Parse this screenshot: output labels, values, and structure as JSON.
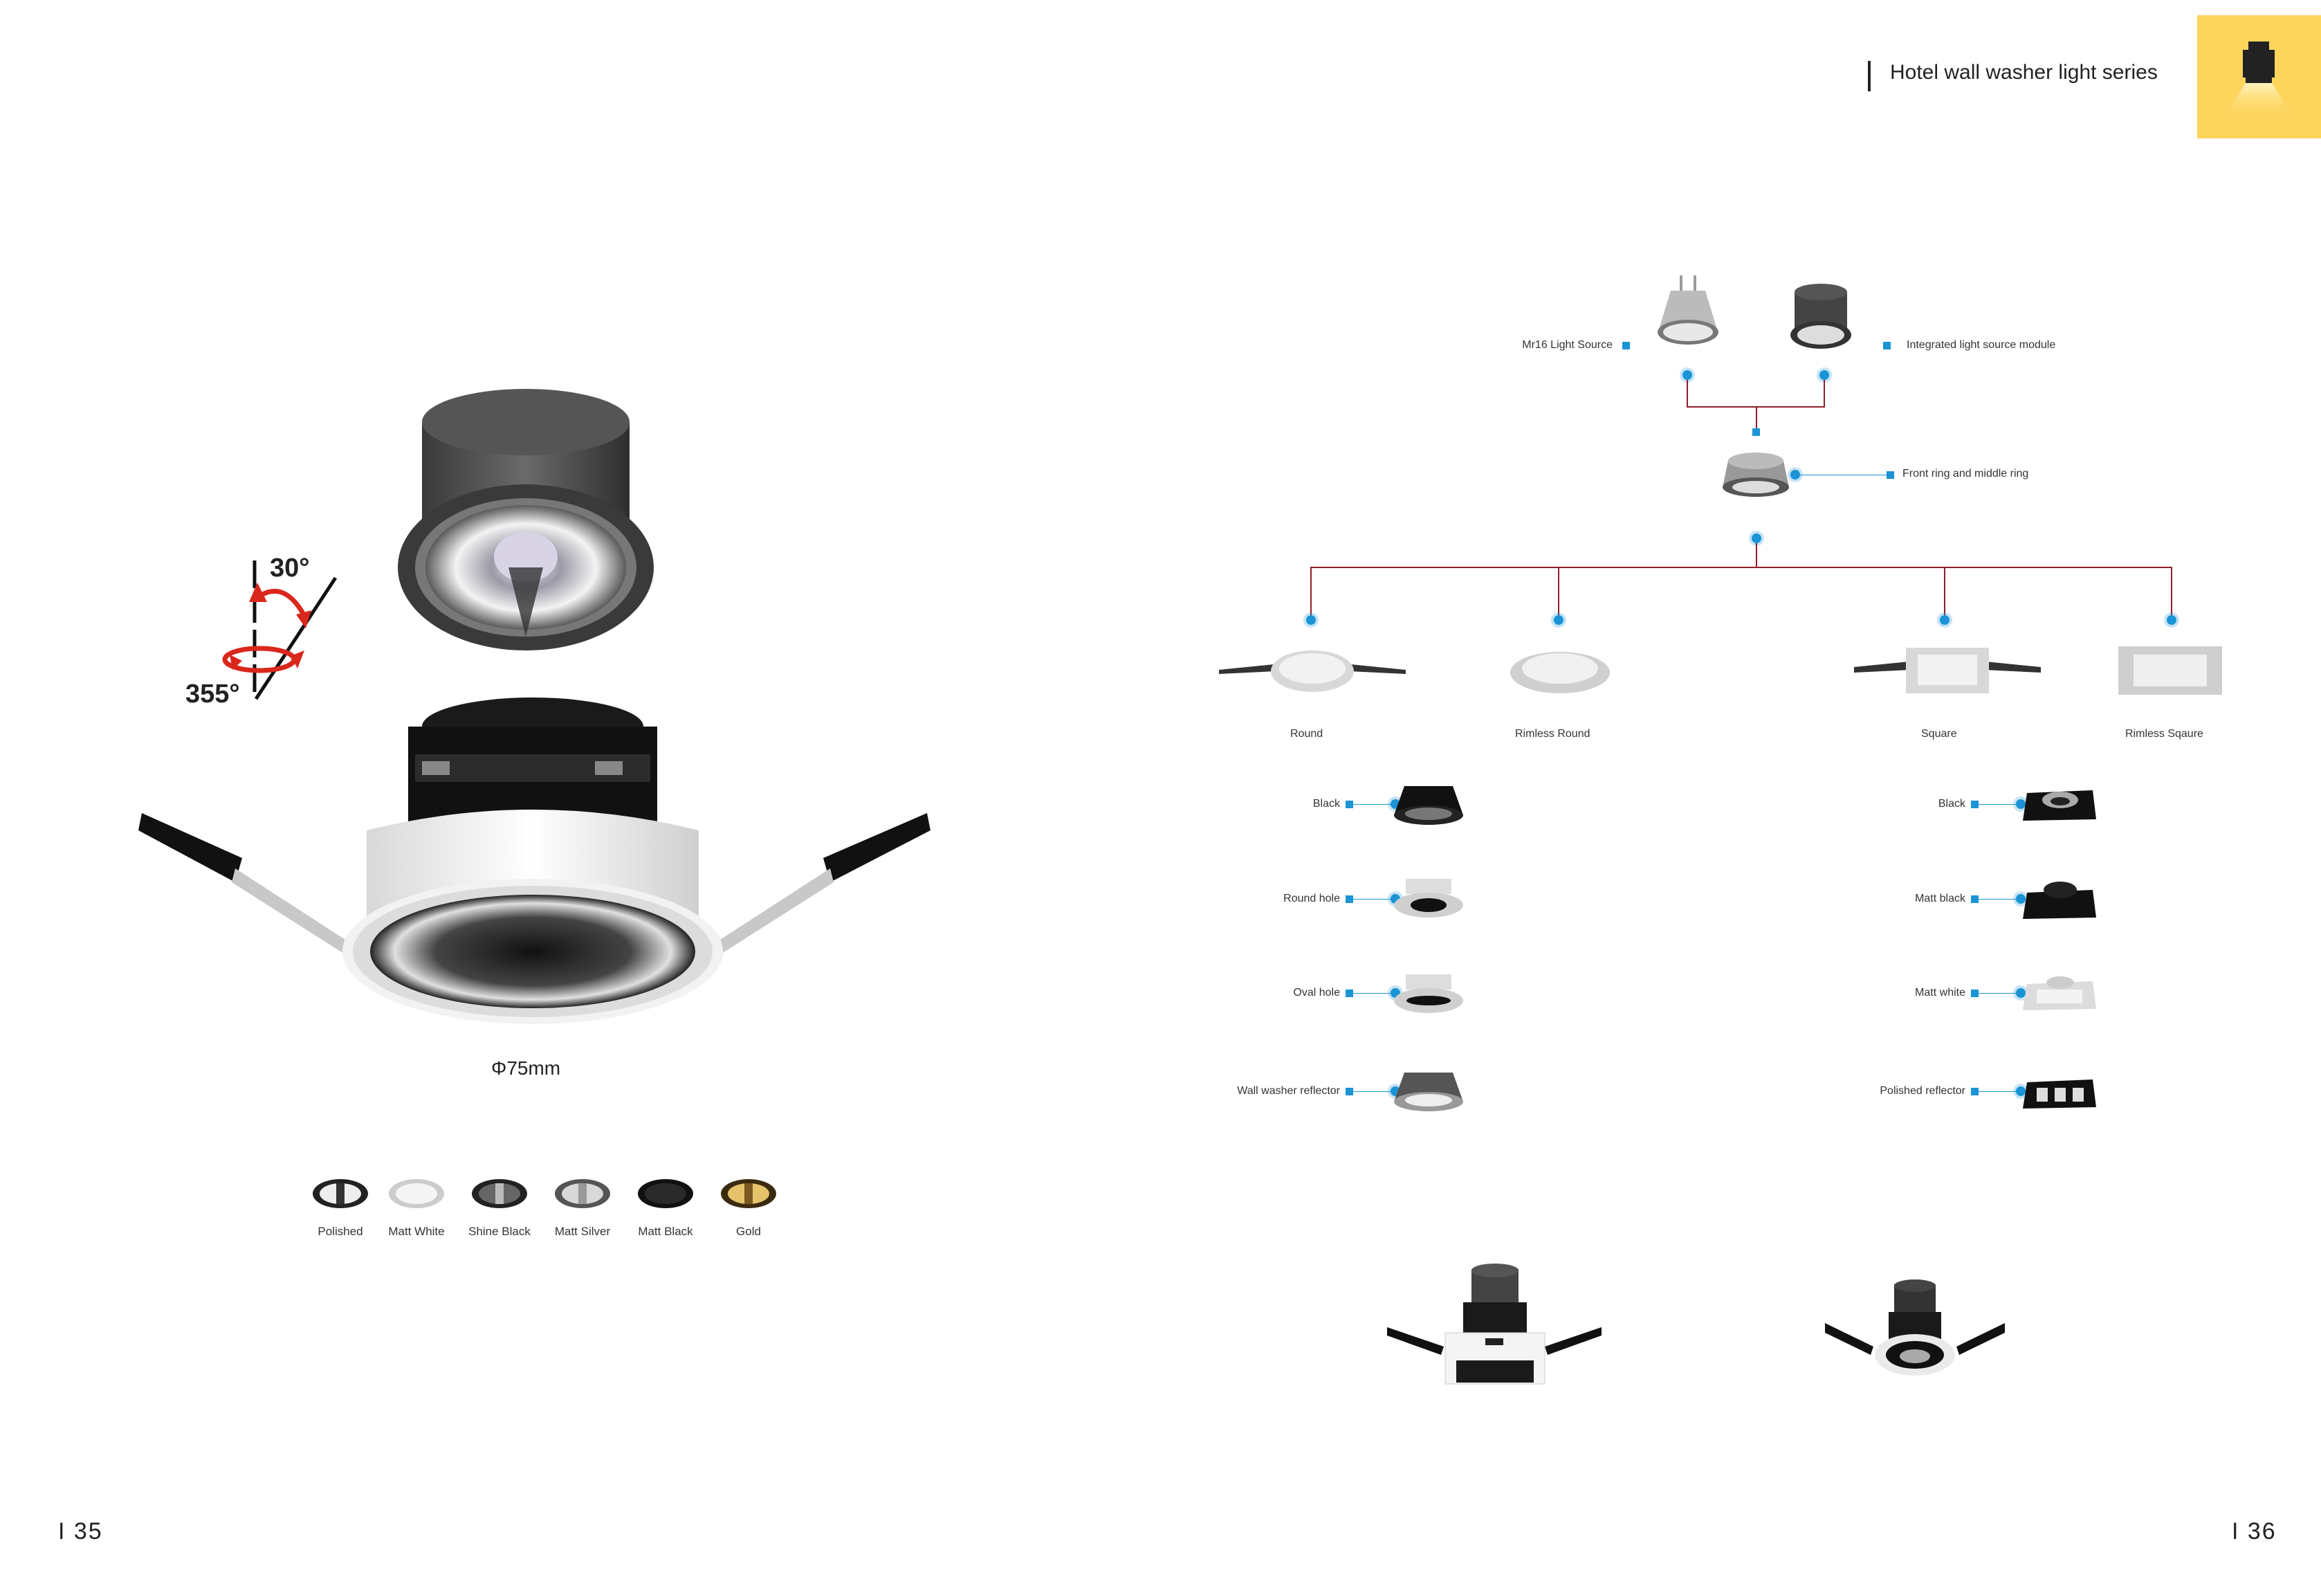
{
  "header": {
    "series_title": "Hotel wall washer light series",
    "badge_color": "#fdd45c"
  },
  "left_page": {
    "rotation_tilt": "30°",
    "rotation_spin": "355°",
    "diameter": "Φ75mm",
    "finishes": [
      {
        "label": "Polished"
      },
      {
        "label": "Matt White"
      },
      {
        "label": "Shine Black"
      },
      {
        "label": "Matt Silver"
      },
      {
        "label": "Matt Black"
      },
      {
        "label": "Gold"
      }
    ],
    "page_number": "I 35"
  },
  "right_page": {
    "light_sources": {
      "mr16": "Mr16 Light Source",
      "integrated": "Integrated light source module"
    },
    "ring": "Front ring and middle ring",
    "ring_types": [
      "Round",
      "Rimless Round",
      "Square",
      "Rimless Sqaure"
    ],
    "round_options": [
      "Black",
      "Round hole",
      "Oval hole",
      "Wall washer reflector"
    ],
    "square_options": [
      "Black",
      "Matt black",
      "Matt white",
      "Polished reflector"
    ],
    "page_number": "I 36"
  },
  "accent_colors": {
    "connector": "#8f1e28",
    "node": "#1a94d6",
    "rotation_arrow": "#d9271c"
  }
}
